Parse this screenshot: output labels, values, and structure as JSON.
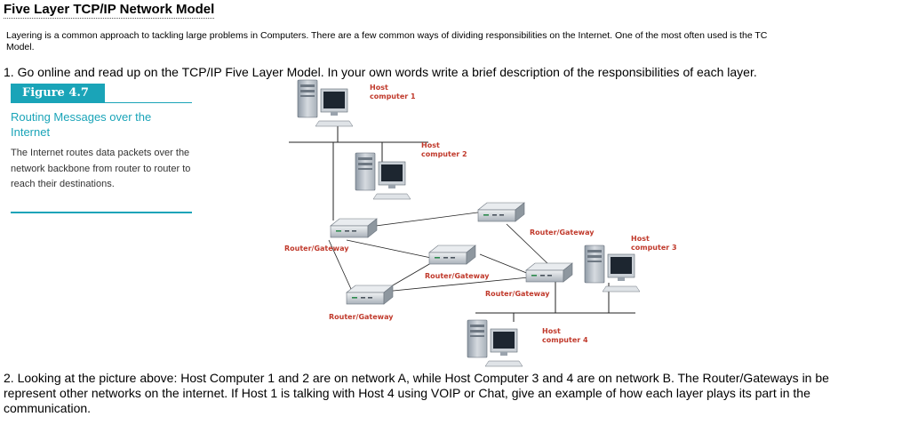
{
  "title": "Five Layer TCP/IP Network Model",
  "intro": {
    "line1": "Layering is a common approach to tackling large problems in Computers. There are a few common ways of dividing responsibilities on the Internet. One of the most often used is the TC",
    "line2": "Model."
  },
  "question1": "1. Go online and read up on the TCP/IP Five Layer Model. In your own words write a brief description of the responsibilities of each layer.",
  "figure": {
    "badge": "Figure 4.7",
    "title": "Routing Messages over the Internet",
    "description": "The Internet routes data packets over the network backbone from router to router to reach their destinations.",
    "accent_color": "#1aa4b8",
    "label_color": "#c0392b",
    "hosts": [
      {
        "line1": "Host",
        "line2": "computer 1"
      },
      {
        "line1": "Host",
        "line2": "computer 2"
      },
      {
        "line1": "Host",
        "line2": "computer 3"
      },
      {
        "line1": "Host",
        "line2": "computer 4"
      }
    ],
    "router_label": "Router/Gateway"
  },
  "question2": {
    "line1": "2. Looking at the picture above: Host Computer 1 and 2 are on network A, while Host Computer 3 and 4 are on network B. The Router/Gateways in be",
    "line2": "represent other networks on the internet. If Host 1 is talking with Host 4 using VOIP or Chat, give an example of how each layer plays its part in the",
    "line3": "communication."
  }
}
